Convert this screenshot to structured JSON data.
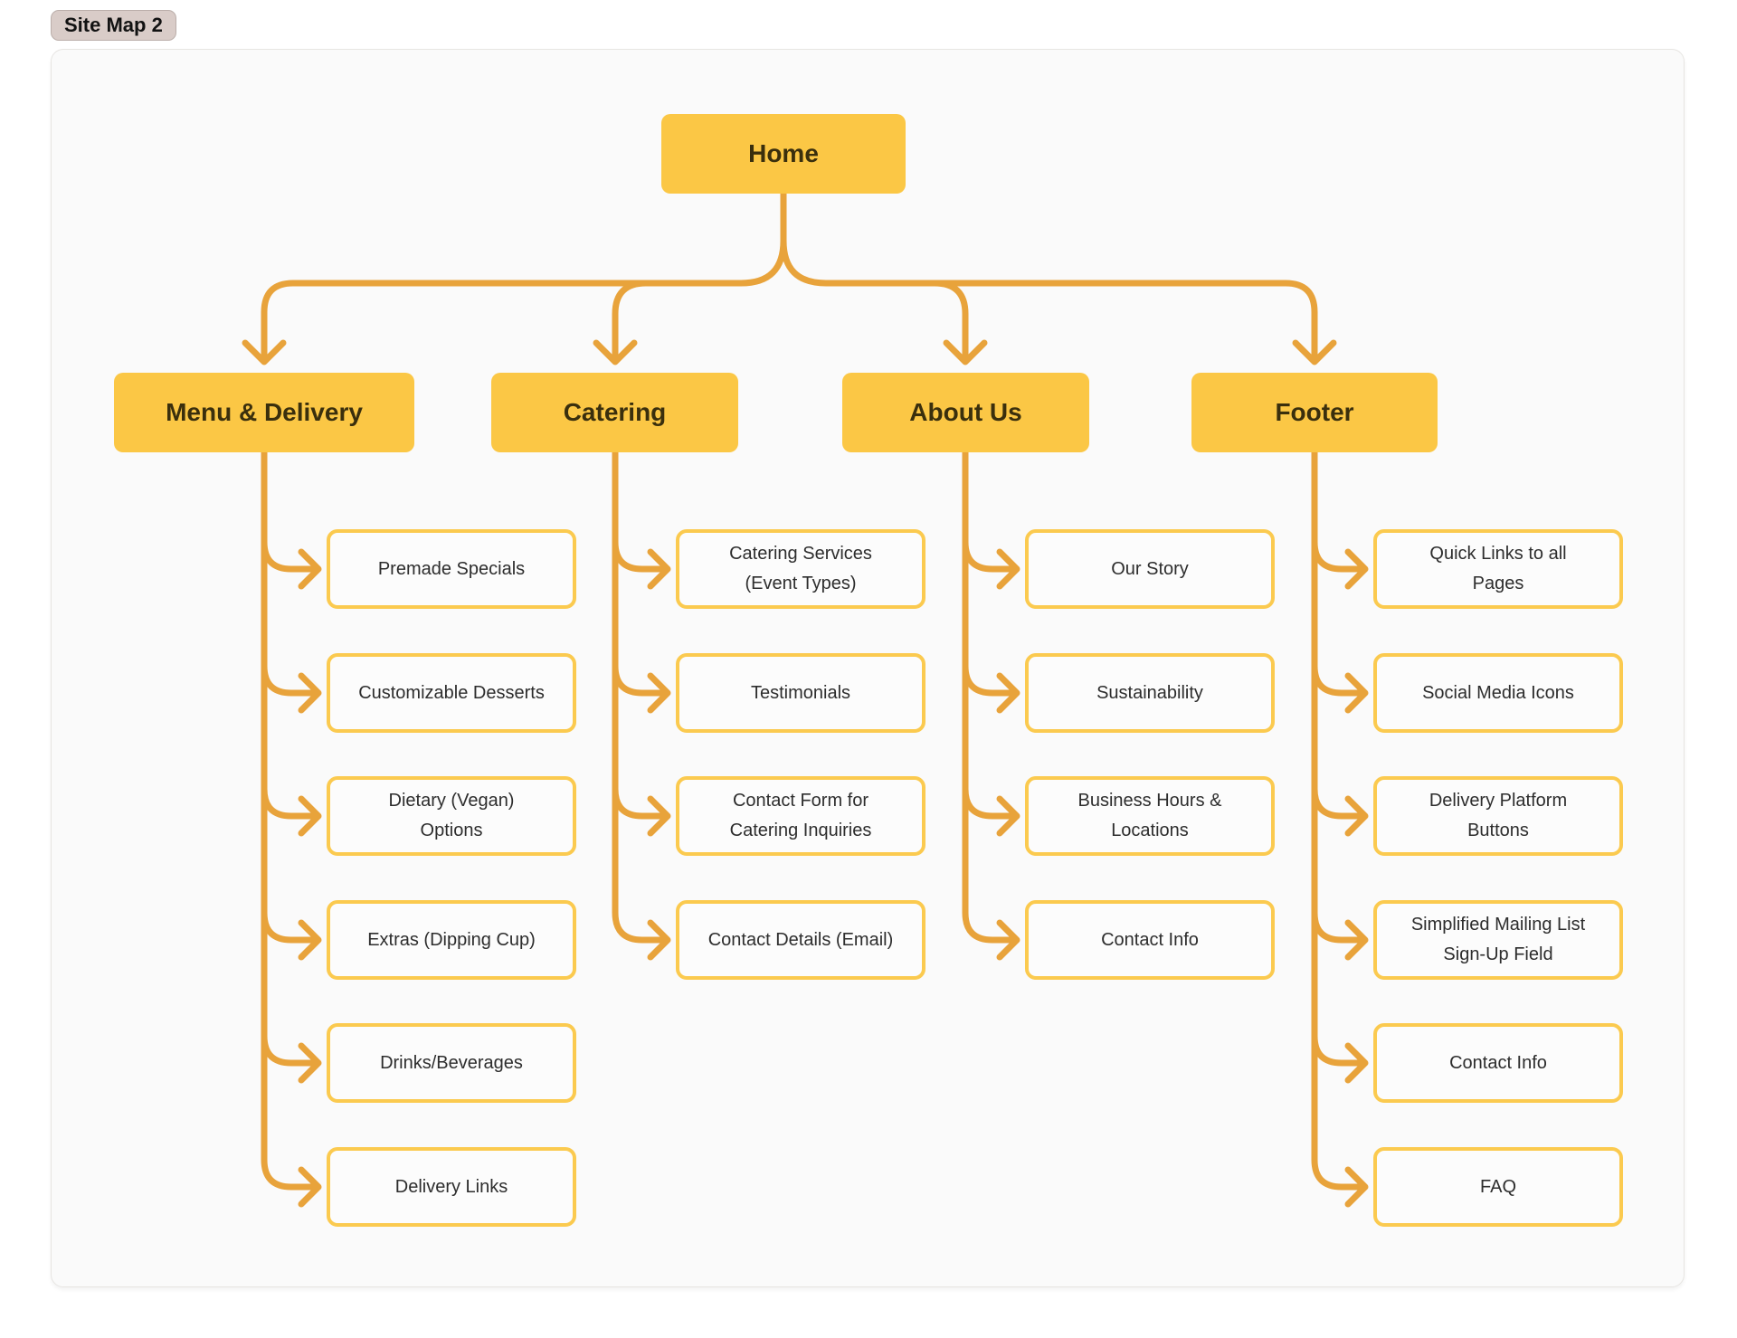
{
  "badge": {
    "label": "Site Map 2"
  },
  "theme": {
    "node_fill": "#FBC745",
    "main_text": "#3A2F0D",
    "connector": "#E8A33B",
    "child_border": "#FBCA4F",
    "board_bg": "#FAFAFA",
    "board_border": "#E7E5E2",
    "badge_bg": "#D9CCC8",
    "badge_border": "#BBAEAA"
  },
  "tree": {
    "root": {
      "label": "Home"
    },
    "branches": [
      {
        "label": "Menu & Delivery",
        "children": [
          "Premade Specials",
          "Customizable Desserts",
          "Dietary (Vegan)\nOptions",
          "Extras (Dipping Cup)",
          "Drinks/Beverages",
          "Delivery Links"
        ]
      },
      {
        "label": "Catering",
        "children": [
          "Catering Services\n(Event Types)",
          "Testimonials",
          "Contact Form for\nCatering Inquiries",
          "Contact Details (Email)"
        ]
      },
      {
        "label": "About Us",
        "children": [
          "Our Story",
          "Sustainability",
          "Business Hours &\nLocations",
          "Contact Info"
        ]
      },
      {
        "label": "Footer",
        "children": [
          "Quick Links to all\nPages",
          "Social Media Icons",
          "Delivery Platform\nButtons",
          "Simplified Mailing List\nSign-Up Field",
          "Contact Info",
          "FAQ"
        ]
      }
    ]
  }
}
